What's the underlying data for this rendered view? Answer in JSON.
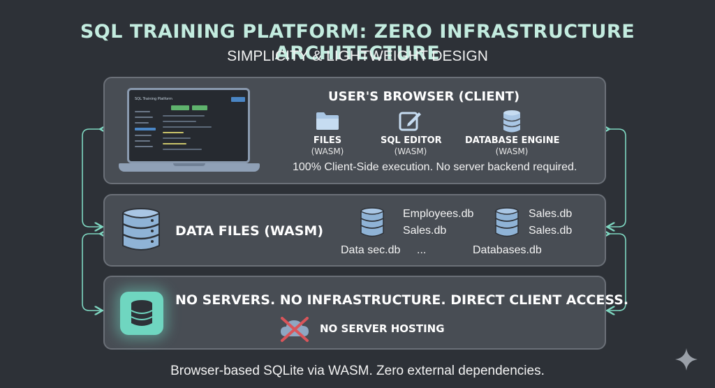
{
  "title": "SQL TRAINING PLATFORM: ZERO INFRASTRUCTURE ARCHITECTURE",
  "subtitle": "SIMPLICITY & LIGHTWEIGHT DESIGN",
  "client_panel": {
    "heading": "USER'S BROWSER (CLIENT)",
    "components": [
      {
        "name": "FILES",
        "sub": "(WASM)",
        "icon": "folder-icon"
      },
      {
        "name": "SQL EDITOR",
        "sub": "(WASM)",
        "icon": "edit-icon"
      },
      {
        "name": "DATABASE ENGINE",
        "sub": "(WASM)",
        "icon": "database-icon"
      }
    ],
    "note": "100% Client-Side execution. No server backend required.",
    "laptop_screen": {
      "app_title": "SQL Training Platform"
    }
  },
  "data_panel": {
    "heading": "DATA FILES (WASM)",
    "files": [
      "Employees.db",
      "Sales.db",
      "Data sec.db",
      "...",
      "Sales.db",
      "Sales.db",
      "Databases.db"
    ]
  },
  "noserver_panel": {
    "heading": "NO SERVERS. NO INFRASTRUCTURE. DIRECT CLIENT ACCESS.",
    "no_hosting": "NO SERVER HOSTING"
  },
  "footer": "Browser-based SQLite via WASM. Zero external dependencies.",
  "colors": {
    "background": "#2d3137",
    "panel": "#484d54",
    "title": "#c3ecdf",
    "db_icon": "#8fb3d6",
    "accent_teal": "#7fd8c2",
    "cross_red": "#d9555a"
  }
}
